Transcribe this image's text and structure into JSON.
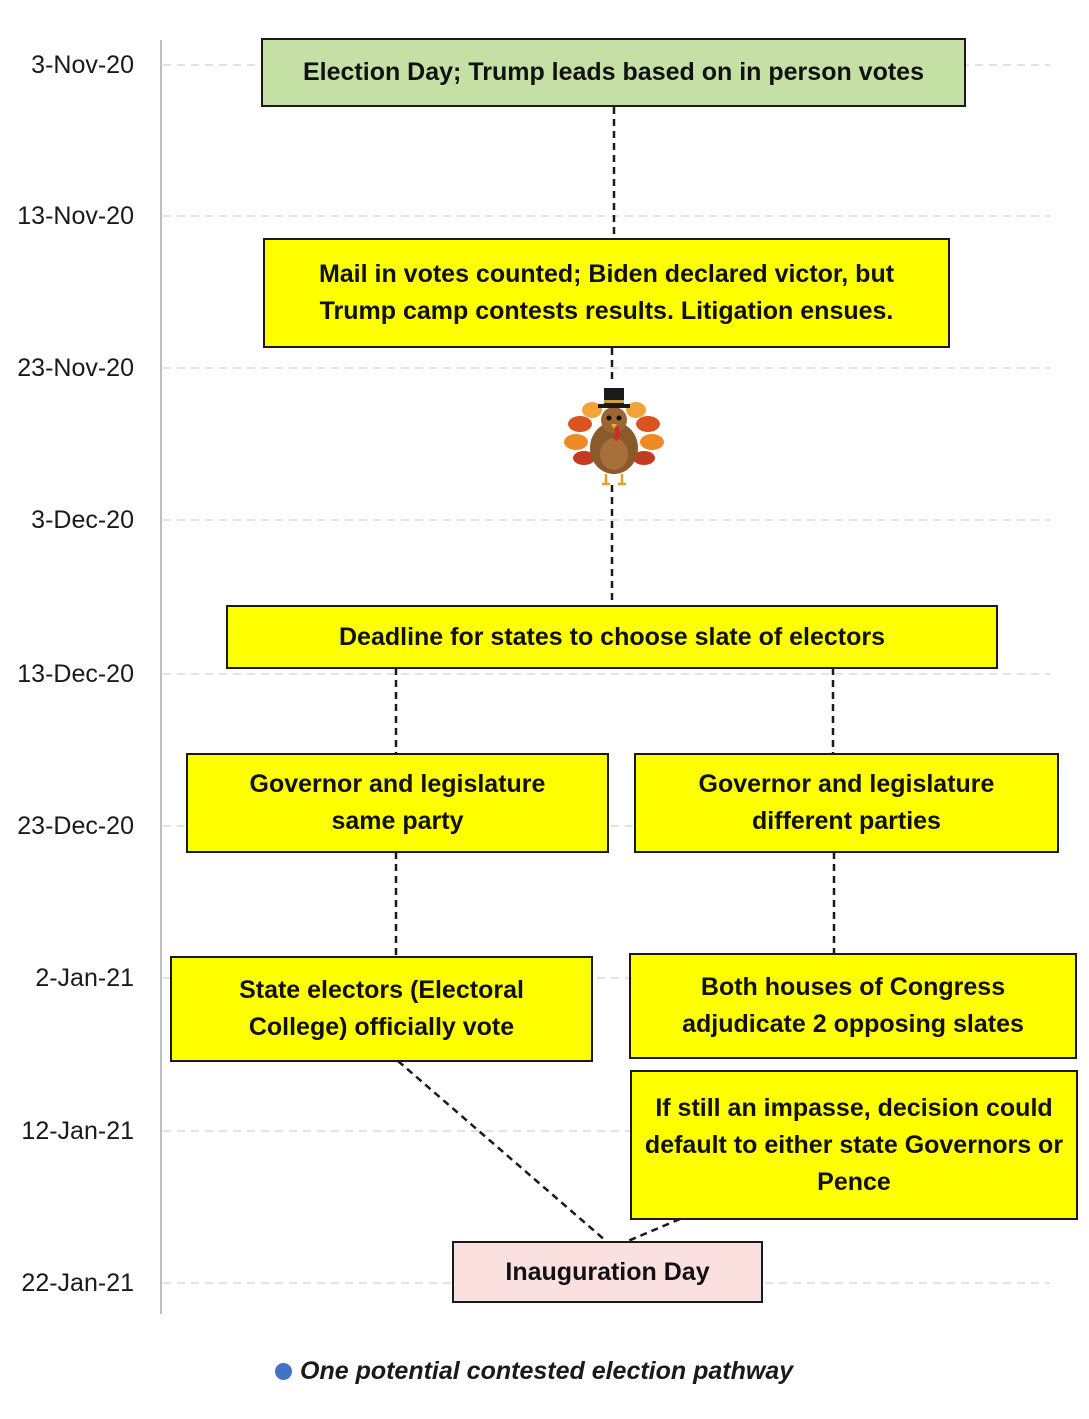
{
  "axis": {
    "tick_labels": [
      "3-Nov-20",
      "13-Nov-20",
      "23-Nov-20",
      "3-Dec-20",
      "13-Dec-20",
      "23-Dec-20",
      "2-Jan-21",
      "12-Jan-21",
      "22-Jan-21"
    ]
  },
  "boxes": {
    "election_day": "Election Day; Trump leads based on in person votes",
    "mail_in": "Mail in votes counted; Biden declared victor, but Trump camp contests results. Litigation ensues.",
    "deadline": "Deadline for states to choose slate of electors",
    "same_party": "Governor and legislature same party",
    "different_parties": "Governor and legislature different parties",
    "electors_vote": "State electors (Electoral College) officially vote",
    "congress": "Both houses of Congress adjudicate 2 opposing slates",
    "impasse": "If still an impasse, decision could default to either state Governors or Pence",
    "inauguration": "Inauguration Day"
  },
  "thanksgiving_icon": "turkey-icon",
  "legend": {
    "label": "One potential contested election pathway"
  },
  "colors": {
    "yellow_box": "#ffff00",
    "green_box": "#c5e0a5",
    "pink_box": "#fbe0e0",
    "legend_marker": "#4472c4",
    "gridline": "#d9d9d9"
  }
}
